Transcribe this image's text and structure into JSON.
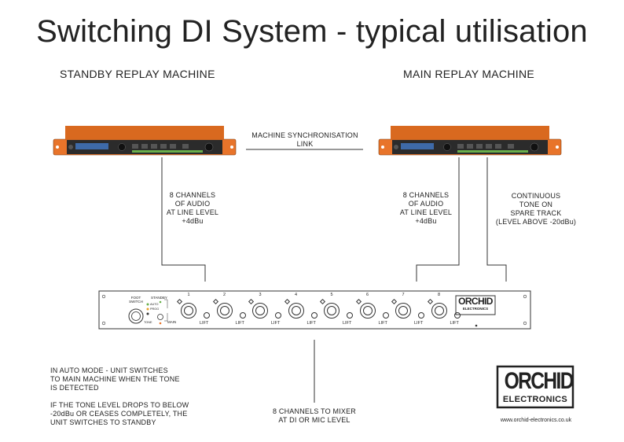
{
  "title": "Switching DI System - typical utilisation",
  "standby_machine": {
    "label": "STANDBY REPLAY MACHINE"
  },
  "main_machine": {
    "label": "MAIN REPLAY MACHINE"
  },
  "sync_link": {
    "line1": "MACHINE SYNCHRONISATION",
    "line2": "LINK"
  },
  "standby_audio": {
    "line1": "8 CHANNELS",
    "line2": "OF AUDIO",
    "line3": "AT LINE LEVEL",
    "line4": "+4dBu"
  },
  "main_audio": {
    "line1": "8 CHANNELS",
    "line2": "OF AUDIO",
    "line3": "AT LINE LEVEL",
    "line4": "+4dBu"
  },
  "tone": {
    "line1": "CONTINUOUS",
    "line2": "TONE ON",
    "line3": "SPARE TRACK",
    "line4": "(LEVEL ABOVE -20dBu)"
  },
  "di_unit": {
    "foot_switch": [
      "FOOT",
      "SWITCH"
    ],
    "standby": "STANDBY",
    "auto": "AUTO",
    "prog": "PROG",
    "main": "MAIN",
    "tone": "TONE",
    "channels": [
      "1",
      "2",
      "3",
      "4",
      "5",
      "6",
      "7",
      "8"
    ],
    "lift": "LIFT",
    "brand_top": "ORCHID",
    "brand_bottom": "ELECTRONICS"
  },
  "mixer": {
    "line1": "8 CHANNELS TO MIXER",
    "line2": "AT DI OR MIC LEVEL"
  },
  "auto_note": {
    "l1": "IN AUTO MODE - UNIT SWITCHES",
    "l2": "TO MAIN MACHINE WHEN THE TONE",
    "l3": "IS DETECTED",
    "l4": "IF THE TONE LEVEL DROPS TO BELOW",
    "l5": "-20dBu OR CEASES COMPLETELY, THE",
    "l6": "UNIT SWITCHES TO STANDBY"
  },
  "logo": {
    "top": "ORCHID",
    "bottom": "ELECTRONICS"
  },
  "website": "www.orchid-electronics.co.uk",
  "colors": {
    "machine_orange": "#e8742a",
    "machine_dark": "#2b2b2b",
    "line": "#333333"
  }
}
